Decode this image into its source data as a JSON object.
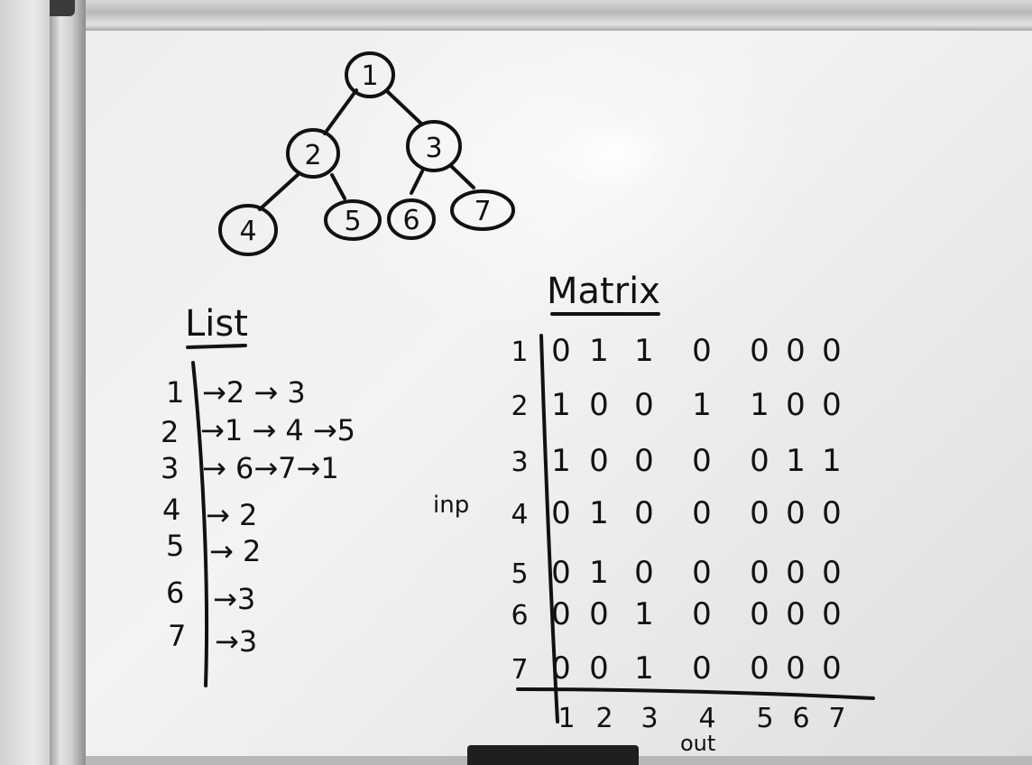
{
  "tree": {
    "nodes": [
      "1",
      "2",
      "3",
      "4",
      "5",
      "6",
      "7"
    ]
  },
  "list": {
    "title": "List",
    "rows": [
      {
        "node": "1",
        "text": "→2 → 3"
      },
      {
        "node": "2",
        "text": "→1 → 4 →5"
      },
      {
        "node": "3",
        "text": "→ 6→7→1"
      },
      {
        "node": "4",
        "text": "→ 2"
      },
      {
        "node": "5",
        "text": "→ 2"
      },
      {
        "node": "6",
        "text": "→3"
      },
      {
        "node": "7",
        "text": "→3"
      }
    ]
  },
  "matrix": {
    "title": "Matrix",
    "side_label": "inp",
    "bottom_label": "out",
    "row_labels": [
      "1",
      "2",
      "3",
      "4",
      "5",
      "6",
      "7"
    ],
    "col_labels": [
      "1",
      "2",
      "3",
      "4",
      "5",
      "6",
      "7"
    ],
    "rows": [
      [
        "0",
        "1",
        "1",
        "0",
        "0",
        "0",
        "0"
      ],
      [
        "1",
        "0",
        "0",
        "1",
        "1",
        "0",
        "0"
      ],
      [
        "1",
        "0",
        "0",
        "0",
        "0",
        "1",
        "1"
      ],
      [
        "0",
        "1",
        "0",
        "0",
        "0",
        "0",
        "0"
      ],
      [
        "0",
        "1",
        "0",
        "0",
        "0",
        "0",
        "0"
      ],
      [
        "0",
        "0",
        "1",
        "0",
        "0",
        "0",
        "0"
      ],
      [
        "0",
        "0",
        "1",
        "0",
        "0",
        "0",
        "0"
      ]
    ]
  },
  "colors": {
    "ink": "#111111",
    "board": "#eeeeec"
  }
}
